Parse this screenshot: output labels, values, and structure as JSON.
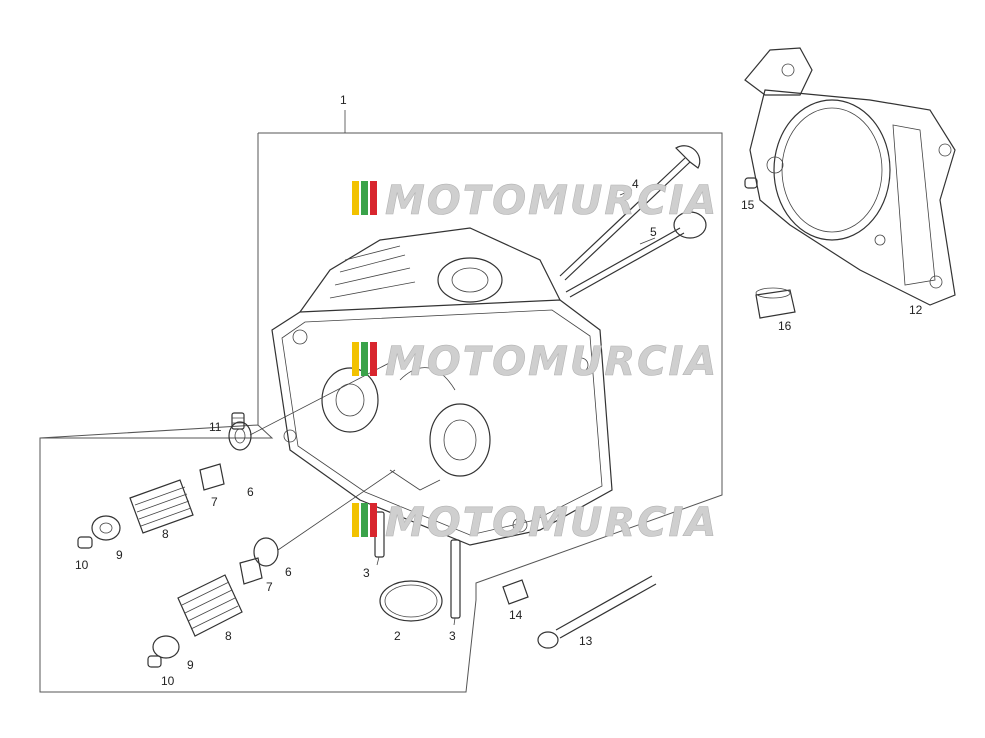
{
  "diagram": {
    "watermark": "MOTOMURCIA",
    "watermark_colors": [
      "#f2c200",
      "#3aa34a",
      "#d8262e"
    ],
    "callouts": [
      {
        "id": "label-1",
        "text": "1"
      },
      {
        "id": "label-2",
        "text": "2"
      },
      {
        "id": "label-3a",
        "text": "3"
      },
      {
        "id": "label-3b",
        "text": "3"
      },
      {
        "id": "label-4",
        "text": "4"
      },
      {
        "id": "label-5",
        "text": "5"
      },
      {
        "id": "label-6a",
        "text": "6"
      },
      {
        "id": "label-6b",
        "text": "6"
      },
      {
        "id": "label-7a",
        "text": "7"
      },
      {
        "id": "label-7b",
        "text": "7"
      },
      {
        "id": "label-8a",
        "text": "8"
      },
      {
        "id": "label-8b",
        "text": "8"
      },
      {
        "id": "label-9a",
        "text": "9"
      },
      {
        "id": "label-9b",
        "text": "9"
      },
      {
        "id": "label-10a",
        "text": "10"
      },
      {
        "id": "label-10b",
        "text": "10"
      },
      {
        "id": "label-11",
        "text": "11"
      },
      {
        "id": "label-12",
        "text": "12"
      },
      {
        "id": "label-13",
        "text": "13"
      },
      {
        "id": "label-14",
        "text": "14"
      },
      {
        "id": "label-15",
        "text": "15"
      },
      {
        "id": "label-16",
        "text": "16"
      }
    ]
  }
}
